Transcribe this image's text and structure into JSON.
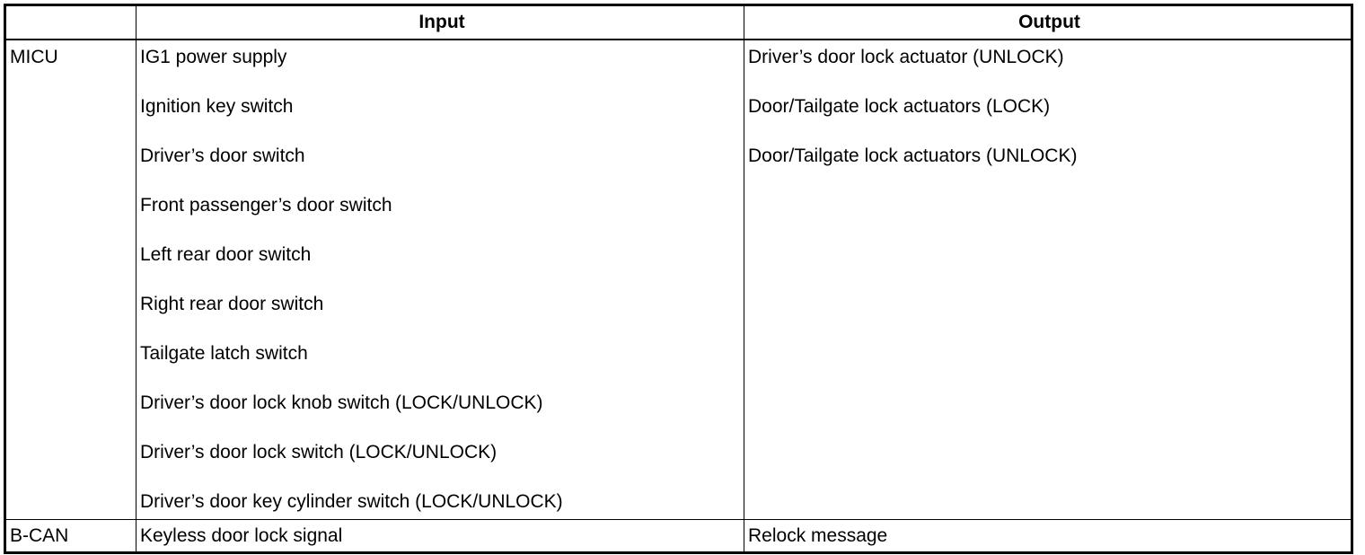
{
  "table": {
    "headers": [
      "",
      "Input",
      "Output"
    ],
    "rows": [
      {
        "label": "MICU",
        "inputs": [
          "IG1 power supply",
          "Ignition key switch",
          "Driver’s door switch",
          "Front passenger’s door switch",
          "Left rear door switch",
          "Right rear door switch",
          "Tailgate latch switch",
          "Driver’s door lock knob switch (LOCK/UNLOCK)",
          "Driver’s door lock switch (LOCK/UNLOCK)",
          "Driver’s door key cylinder switch (LOCK/UNLOCK)"
        ],
        "outputs": [
          "Driver’s door lock actuator (UNLOCK)",
          "Door/Tailgate lock actuators (LOCK)",
          "Door/Tailgate lock actuators (UNLOCK)"
        ]
      },
      {
        "label": "B-CAN",
        "inputs": [
          "Keyless door lock signal"
        ],
        "outputs": [
          "Relock message"
        ]
      }
    ]
  }
}
